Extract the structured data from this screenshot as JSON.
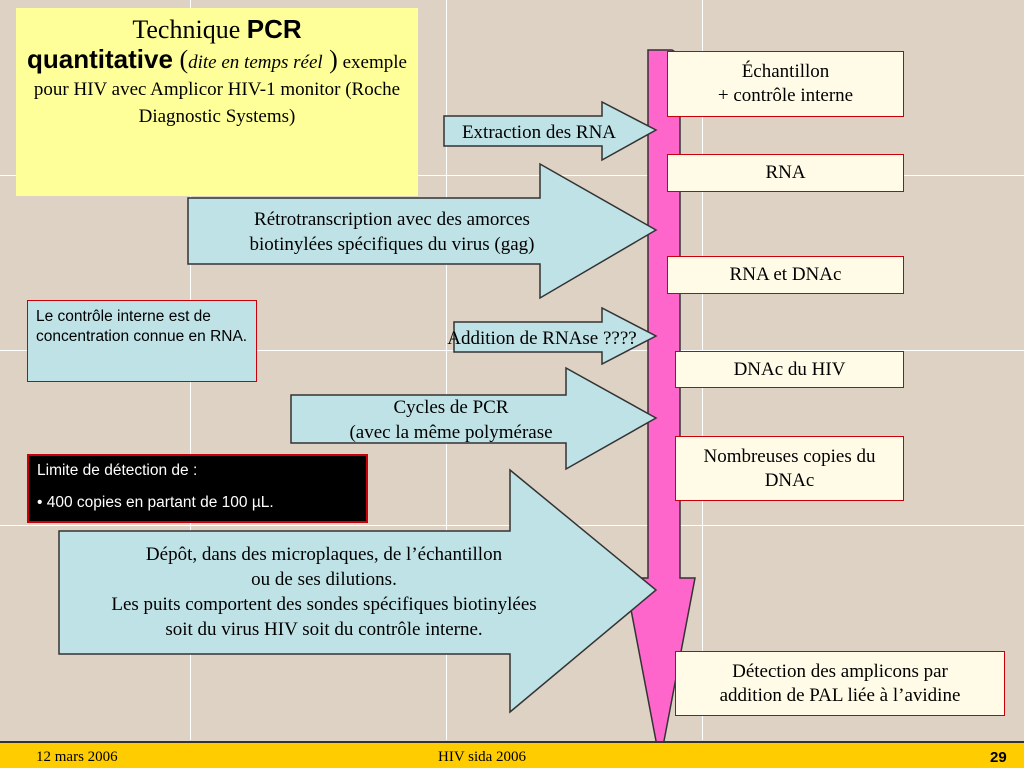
{
  "title": {
    "word1": "Technique ",
    "word2": "PCR",
    "word3": "quantitative",
    "open_paren": " (",
    "italic": "dite en temps réel",
    "close_paren": " )",
    "rest": " exemple pour HIV avec Amplicor HIV-1 monitor (Roche Diagnostic Systems)"
  },
  "steps": {
    "s1_line1": "Échantillon",
    "s1_line2": "+  contrôle interne",
    "s2": "RNA",
    "s3": "RNA et DNAc",
    "s4": "DNAc du HIV",
    "s5_line1": "Nombreuses copies du",
    "s5_line2": "DNAc",
    "s6_line1": "Détection des amplicons par",
    "s6_line2": "addition de PAL liée à l’avidine"
  },
  "arrows": {
    "a1": "Extraction des RNA",
    "a2_line1": "Rétrotranscription avec des amorces",
    "a2_line2": "biotinylées spécifiques du virus (gag)",
    "a3": "Addition de RNAse ????",
    "a4_line1": "Cycles de PCR",
    "a4_line2": "(avec la même polymérase",
    "a5_line1": "Dépôt, dans des microplaques, de l’échantillon",
    "a5_line2": "ou de ses dilutions.",
    "a5_line3": "Les puits comportent des sondes spécifiques biotinylées",
    "a5_line4": "soit du virus HIV soit du contrôle interne."
  },
  "notes": {
    "internal_control": "Le contrôle interne est de concentration connue en RNA.",
    "detection_limit_title": "Limite de détection de :",
    "detection_limit_value": "• 400 copies en partant de 100 µL."
  },
  "footer": {
    "date": "12 mars 2006",
    "center": "HIV sida 2006",
    "page": "29"
  },
  "colors": {
    "timeline": "#ff66cc",
    "arrow_fill": "#bfe2e6",
    "step_border": "#c8000a",
    "title_bg": "#ffff99",
    "footer_bg": "#ffcc00"
  }
}
